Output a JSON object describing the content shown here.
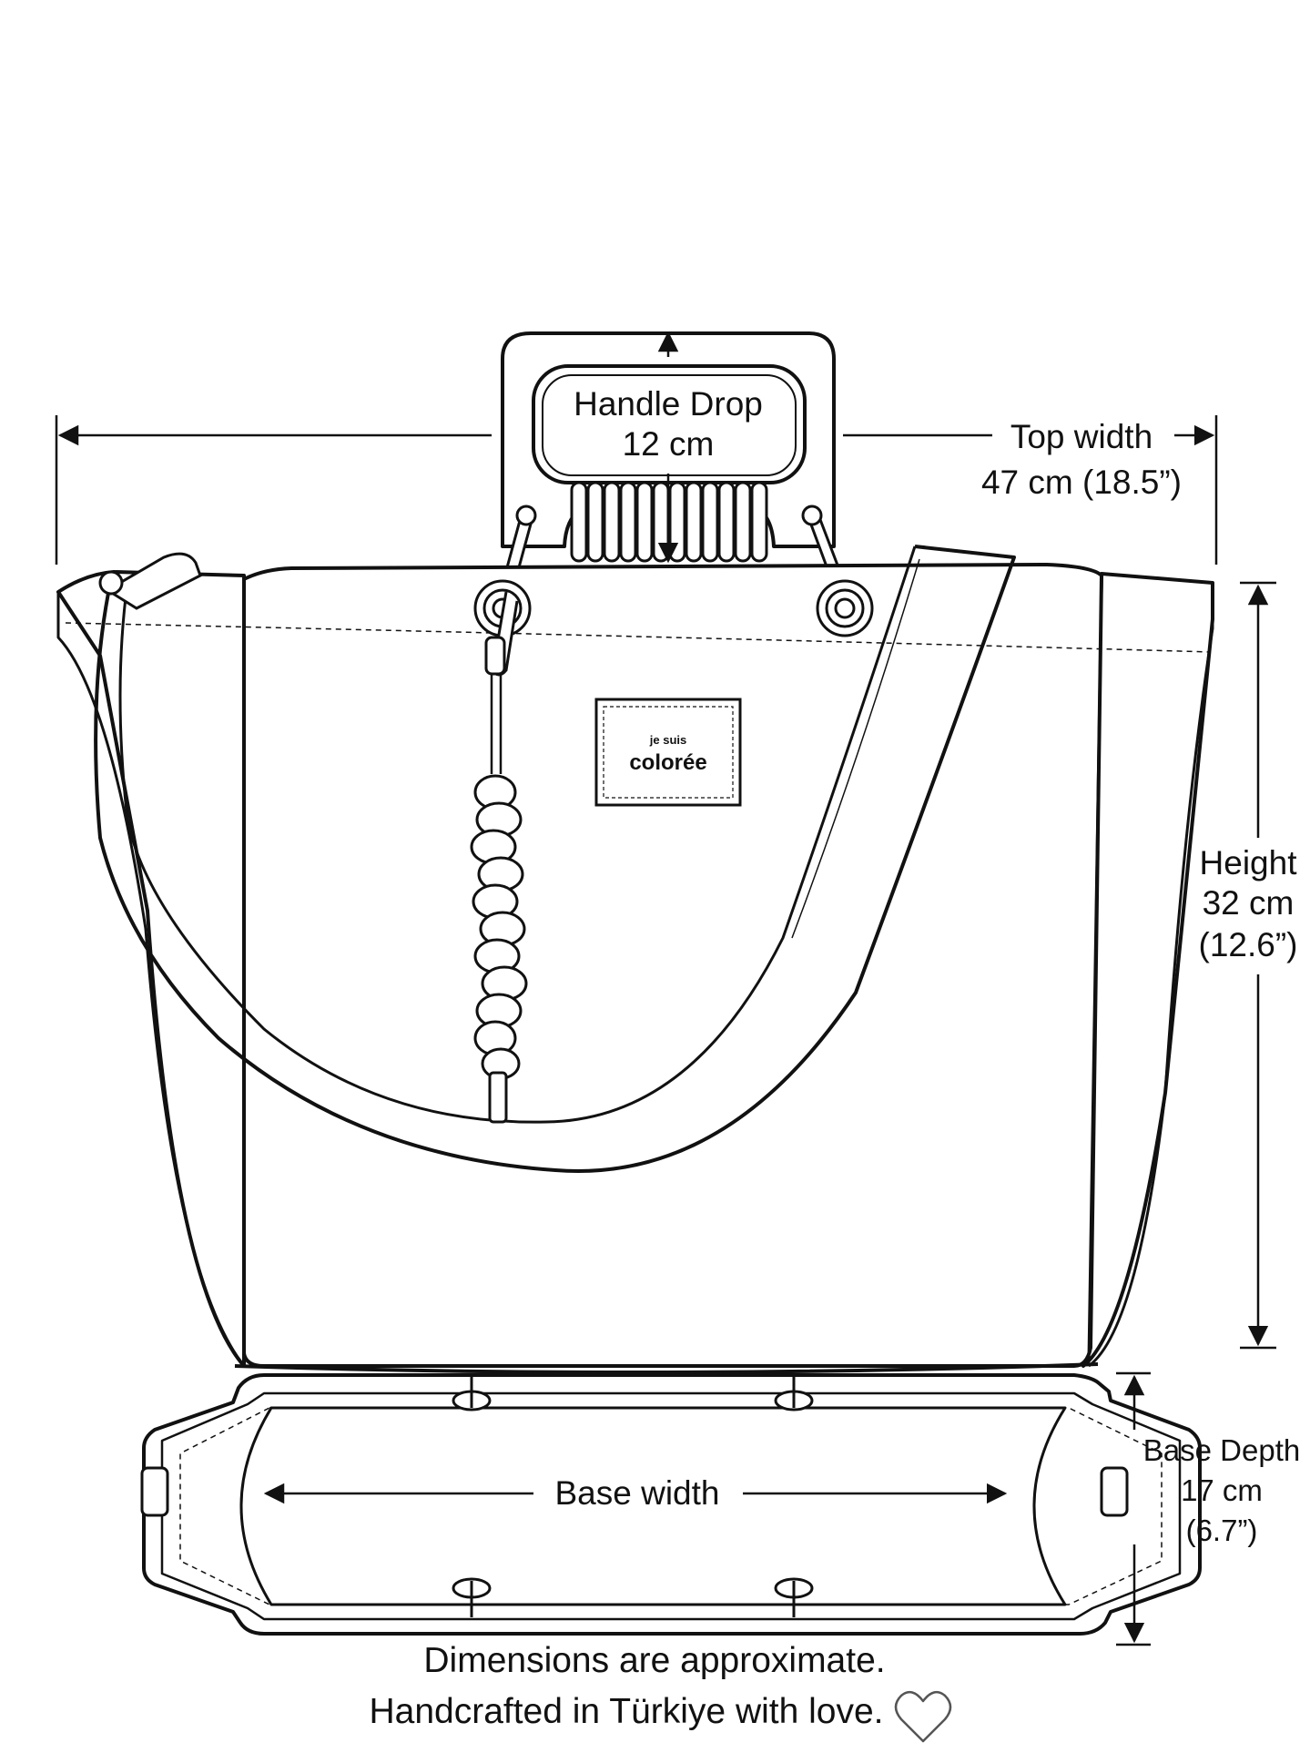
{
  "labels": {
    "handle_drop": {
      "line1": "Handle Drop",
      "line2": "12 cm"
    },
    "top_width": {
      "line1": "Top width",
      "line2": "47 cm (18.5”)"
    },
    "height": {
      "line1": "Height",
      "line2": "32 cm",
      "line3": "(12.6”)"
    },
    "base_width": {
      "line1": "Base width"
    },
    "base_depth": {
      "line1": "Base Depth",
      "line2": "17 cm",
      "line3": "(6.7”)"
    }
  },
  "brand_tag": {
    "line1": "je suis",
    "line2": "colorée"
  },
  "footer": {
    "line1": "Dimensions are approximate.",
    "line2": "Handcrafted in Türkiye with love."
  },
  "icons": {
    "heart": "heart-outline-icon"
  },
  "colors": {
    "line": "#111111",
    "background": "#ffffff"
  }
}
